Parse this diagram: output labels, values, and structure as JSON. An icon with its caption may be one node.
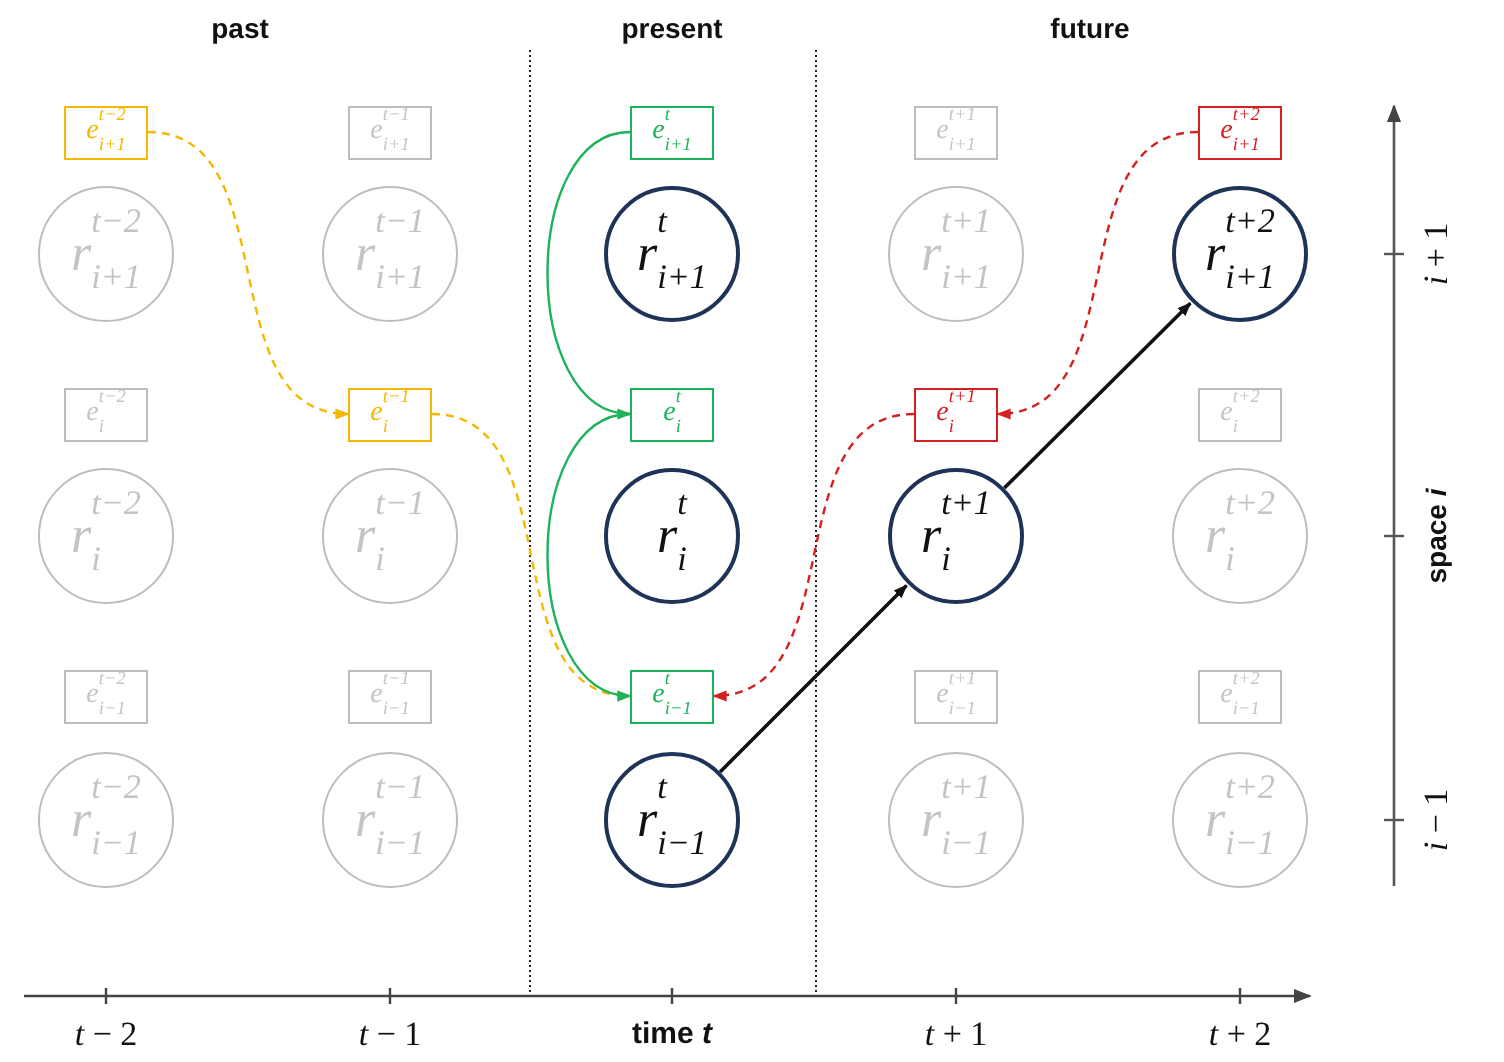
{
  "diagram": {
    "nodes": [
      {
        "text": [
          "*e*$^{t−2}$$_{i+1}$"
        ]
      },
      {
        "text": [
          "*e*$^{t−1}$$_{i+1}$"
        ]
      },
      {
        "text": [
          "*e*$^{t}$$_{i+1}$"
        ]
      },
      {
        "text": [
          "*e*$^{t+1}$$_{i+1}$"
        ]
      },
      {
        "text": [
          "*e*$^{t+2}$$_{i+1}$"
        ]
      },
      {
        "text": [
          "*r*$^{t−2}$$_{i+1}$"
        ]
      },
      {
        "text": [
          "*r*$^{t−1}$$_{i+1}$"
        ]
      },
      {
        "text": [
          "*r*$^{t}$$_{i+1}$"
        ]
      },
      {
        "text": [
          "*r*$^{t+1}$$_{i+1}$"
        ]
      },
      {
        "text": [
          "*r*$^{t+2}$$_{i+1}$"
        ]
      },
      {
        "text": [
          "*e*$^{t−2}$$_{i}$"
        ]
      },
      {
        "text": [
          "*e*$^{t−1}$$_{i}$"
        ]
      },
      {
        "text": [
          "*e*$^{t}$$_{i}$"
        ]
      },
      {
        "text": [
          "*e*$^{t+1}$$_{i}$"
        ]
      },
      {
        "text": [
          "*e*$^{t+2}$$_{i}$"
        ]
      },
      {
        "text": [
          "*r*$^{t−2}$$_{i}$"
        ]
      },
      {
        "text": [
          "*r*$^{t−1}$$_{i}$"
        ]
      },
      {
        "text": [
          "*r*$^{t}$$_{i}$"
        ]
      },
      {
        "text": [
          "*r*$^{t+1}$$_{i}$"
        ]
      },
      {
        "text": [
          "*r*$^{t+2}$$_{i}$"
        ]
      },
      {
        "text": [
          "*e*$^{t−2}$$_{i−1}$"
        ]
      },
      {
        "text": [
          "*e*$^{t−1}$$_{i−1}$"
        ]
      },
      {
        "text": [
          "*e*$^{t}$$_{i−1}$"
        ]
      },
      {
        "text": [
          "*e*$^{t+1}$$_{i−1}$"
        ]
      },
      {
        "text": [
          "*e*$^{t+2}$$_{i−1}$"
        ]
      },
      {
        "text": [
          "*r*$^{t−2}$$_{i−1}$"
        ]
      },
      {
        "text": [
          "*r*$^{t−1}$$_{i−1}$"
        ]
      },
      {
        "text": [
          "*r*$^{t}$$_{i−1}$"
        ]
      },
      {
        "text": [
          "*r*$^{t+1}$$_{i−1}$"
        ]
      },
      {
        "text": [
          "*r*$^{t+2}$$_{i−1}$"
        ]
      }
    ],
    "edges": [
      {
        "from": 0,
        "to": 11,
        "arrow": "to",
        "style": "dashed",
        "color": "#f5b800"
      },
      {
        "from": 11,
        "to": 22,
        "arrow": "to",
        "style": "dashed",
        "color": "#f5b800"
      },
      {
        "from": 2,
        "to": 12,
        "arrow": "to",
        "color": "#1db35a"
      },
      {
        "from": 12,
        "to": 22,
        "arrow": "to",
        "color": "#1db35a"
      },
      {
        "from": 4,
        "to": 13,
        "arrow": "to",
        "style": "dashed",
        "color": "#d42020"
      },
      {
        "from": 13,
        "to": 22,
        "arrow": "to",
        "style": "dashed",
        "color": "#d42020"
      },
      {
        "from": 27,
        "to": 18,
        "arrow": "to",
        "color": "#111111"
      },
      {
        "from": 18,
        "to": 9,
        "arrow": "to",
        "color": "#111111"
      }
    ],
    "labels": [
      "past",
      "present",
      "future",
      "*i* + 1",
      "space *i*",
      "*i* − 1",
      "*t* − 2",
      "*t* − 1",
      "time *t*",
      "*t* + 1",
      "*t* + 2"
    ]
  }
}
